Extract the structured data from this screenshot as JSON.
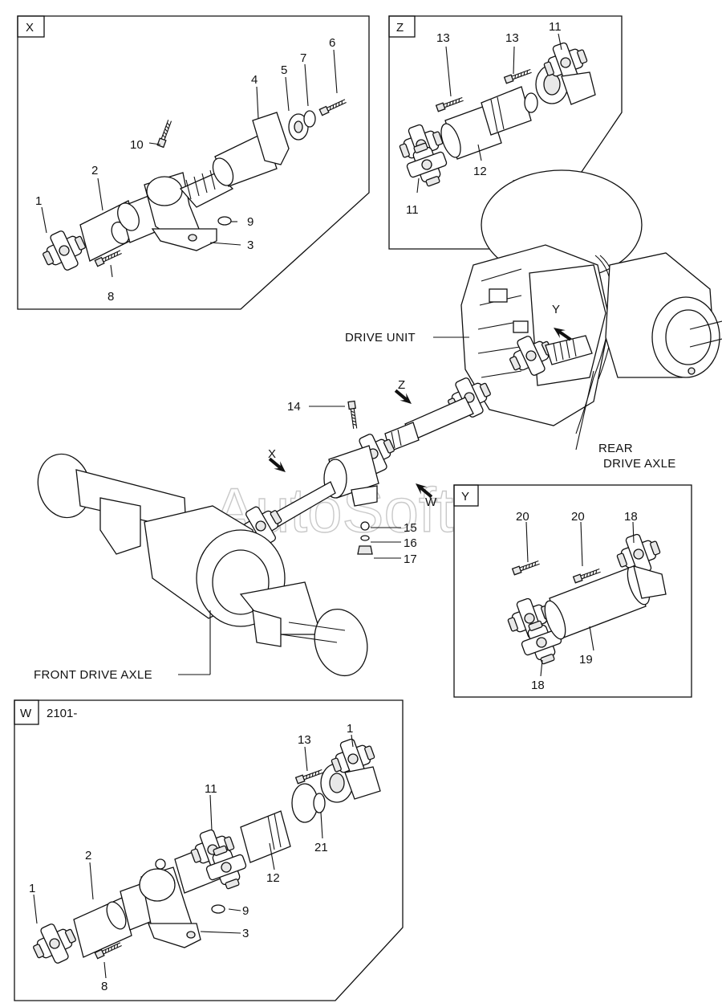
{
  "watermark": "AutoSoft",
  "panels": {
    "x": {
      "tag": "X",
      "labels": {
        "n1": "1",
        "n2": "2",
        "n3": "3",
        "n4": "4",
        "n5": "5",
        "n6": "6",
        "n7": "7",
        "n8": "8",
        "n9": "9",
        "n10": "10"
      }
    },
    "z": {
      "tag": "Z",
      "labels": {
        "n13a": "13",
        "n13b": "13",
        "n11a": "11",
        "n11b": "11",
        "n12": "12"
      }
    },
    "y": {
      "tag": "Y",
      "labels": {
        "n20a": "20",
        "n20b": "20",
        "n18a": "18",
        "n18b": "18",
        "n19": "19"
      }
    },
    "w": {
      "tag": "W",
      "serial": "2101-",
      "labels": {
        "n13": "13",
        "n1a": "1",
        "n11": "11",
        "n2": "2",
        "n1b": "1",
        "n9": "9",
        "n3": "3",
        "n8": "8",
        "n12": "12",
        "n21": "21"
      }
    }
  },
  "main": {
    "drive_unit": "DRIVE UNIT",
    "rear_axle_1": "REAR",
    "rear_axle_2": "DRIVE AXLE",
    "front_axle": "FRONT DRIVE AXLE",
    "arrows": {
      "x": "X",
      "y": "Y",
      "z": "Z",
      "w": "W"
    },
    "labels": {
      "n14": "14",
      "n15": "15",
      "n16": "16",
      "n17": "17"
    }
  }
}
